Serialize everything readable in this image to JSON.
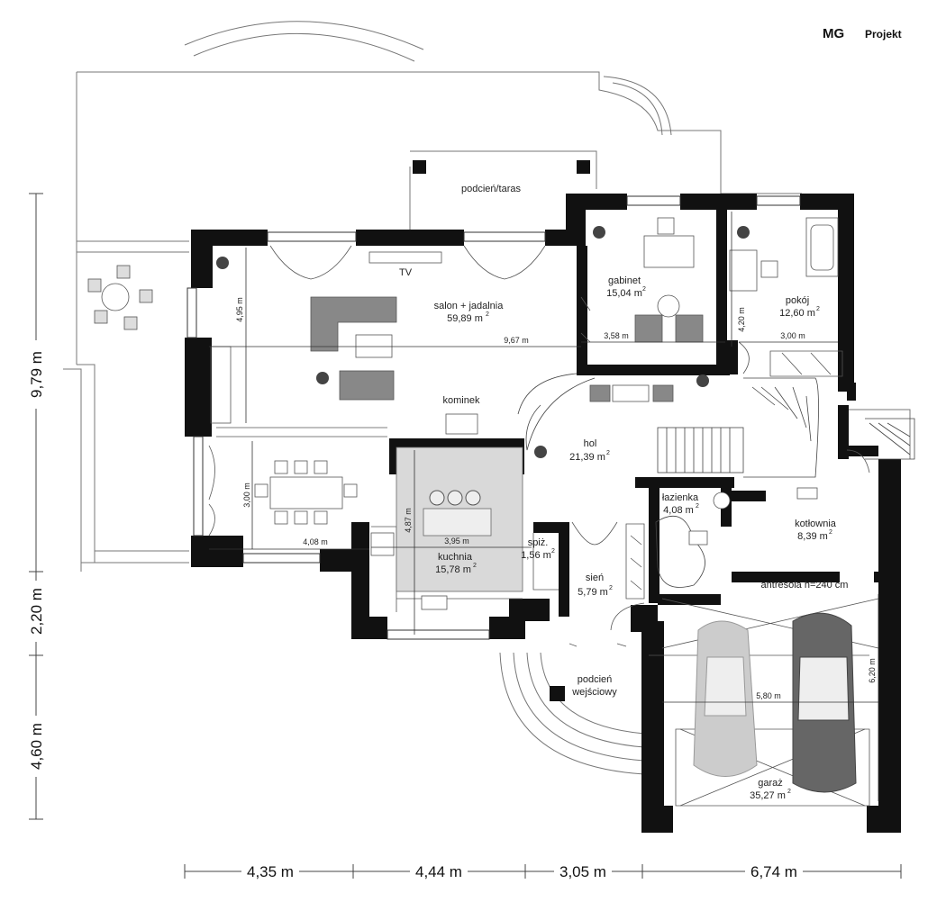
{
  "brand": {
    "logo": "MG",
    "name": "Projekt"
  },
  "rooms": {
    "salon": {
      "name": "salon + jadalnia",
      "area": "59,89 m",
      "sup": "2"
    },
    "gabinet": {
      "name": "gabinet",
      "area": "15,04 m",
      "sup": "2"
    },
    "pokoj": {
      "name": "pokój",
      "area": "12,60 m",
      "sup": "2"
    },
    "hol": {
      "name": "hol",
      "area": "21,39 m",
      "sup": "2"
    },
    "lazienka": {
      "name": "łazienka",
      "area": "4,08 m",
      "sup": "2"
    },
    "kotlownia": {
      "name": "kotłownia",
      "area": "8,39 m",
      "sup": "2"
    },
    "kuchnia": {
      "name": "kuchnia",
      "area": "15,78 m",
      "sup": "2"
    },
    "spiz": {
      "name": "spiż.",
      "area": "1,56 m",
      "sup": "2"
    },
    "sien": {
      "name": "sień",
      "area": "5,79 m",
      "sup": "2"
    },
    "garaz": {
      "name": "garaż",
      "area": "35,27 m",
      "sup": "2"
    }
  },
  "labels": {
    "taras": "podcień/taras",
    "tv": "TV",
    "kominek": "kominek",
    "podcien1": "podcień",
    "podcien2": "wejściowy",
    "antresola": "antresola h=240 cm"
  },
  "inner_dims": {
    "salon_w": "9,67 m",
    "salon_h": "4,95 m",
    "gabinet_w": "3,58 m",
    "pokoj_h": "4,20 m",
    "pokoj_w": "3,00 m",
    "jadalnia_h": "3,00 m",
    "jadalnia_w": "4,08 m",
    "kuchnia_w": "3,95 m",
    "kuchnia_h": "4,87 m",
    "garaz_w": "5,80 m",
    "garaz_h": "6,20 m"
  },
  "outer_dims": {
    "bottom": [
      "4,35 m",
      "4,44 m",
      "3,05 m",
      "6,74 m"
    ],
    "left": [
      "9,79 m",
      "2,20 m",
      "4,60 m"
    ]
  }
}
